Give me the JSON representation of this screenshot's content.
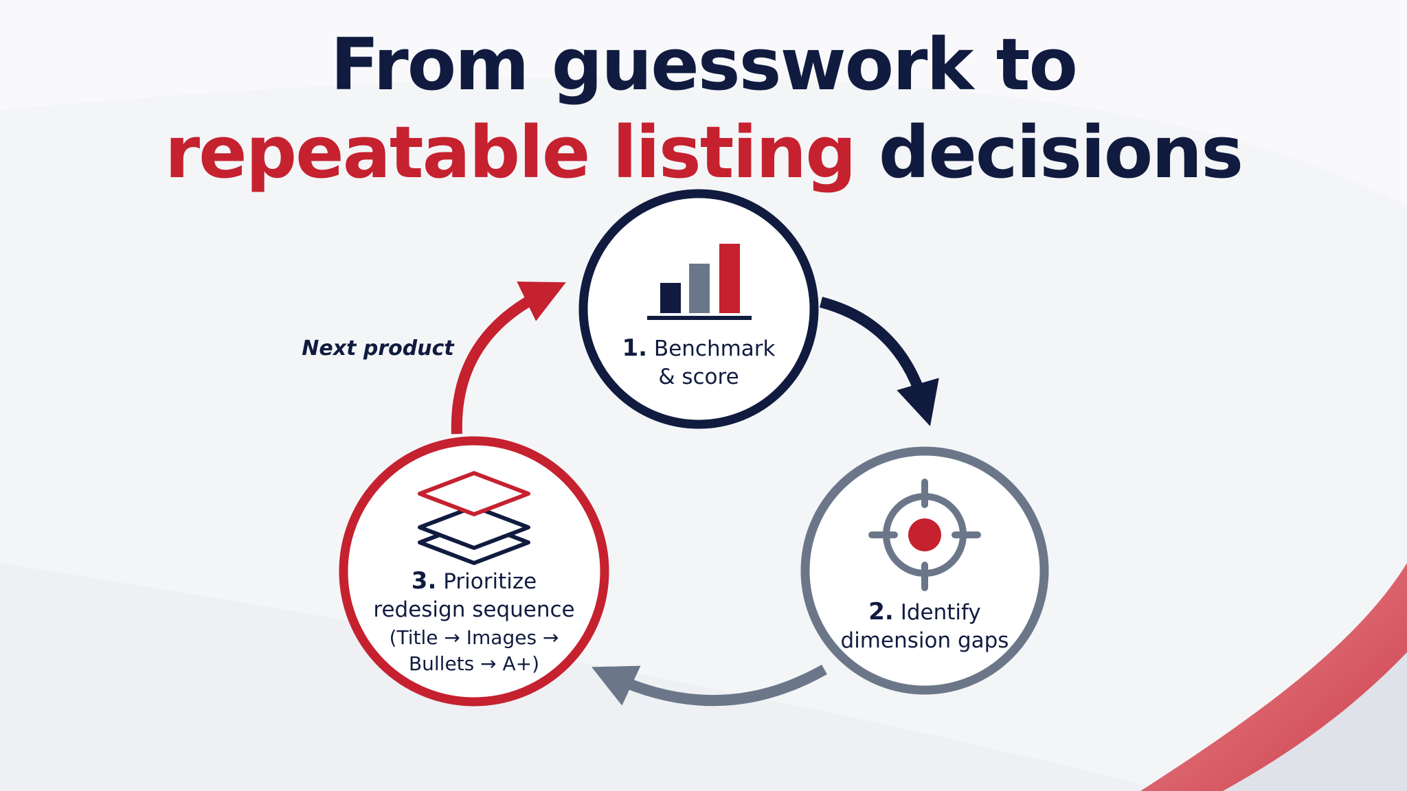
{
  "title": {
    "line1": "From guesswork to",
    "line2_accent": "repeatable listing",
    "line2_rest": "decisions"
  },
  "colors": {
    "navy": "#101b3f",
    "red": "#c5212f",
    "gray": "#6b7789",
    "background": "#f4f5f7"
  },
  "steps": [
    {
      "number": "1.",
      "name_line1": "Benchmark",
      "name_line2": "& score",
      "icon": "bar-chart-icon",
      "ring_color": "#101b3f"
    },
    {
      "number": "2.",
      "name_line1": "Identify",
      "name_line2": "dimension gaps",
      "icon": "target-icon",
      "ring_color": "#6b7789"
    },
    {
      "number": "3.",
      "name_line1": "Prioritize",
      "name_line2": "redesign sequence",
      "detail_line1": "(Title → Images →",
      "detail_line2": "Bullets → A+)",
      "icon": "stacked-layers-icon",
      "ring_color": "#c5212f"
    }
  ],
  "loop_label": "Next product"
}
